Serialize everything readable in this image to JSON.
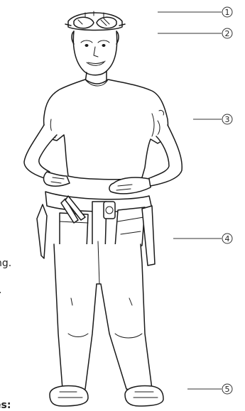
{
  "figure": {
    "subject": "child-with-safety-goggles-and-tool-belt",
    "callouts": [
      {
        "number": "1",
        "target": "goggles"
      },
      {
        "number": "2",
        "target": "head"
      },
      {
        "number": "3",
        "target": "shirt"
      },
      {
        "number": "4",
        "target": "tool-belt"
      },
      {
        "number": "5",
        "target": "shoes"
      }
    ],
    "edge_text": {
      "fragment_1": "ng.",
      "fragment_2": ".",
      "fragment_3": "es:"
    }
  }
}
